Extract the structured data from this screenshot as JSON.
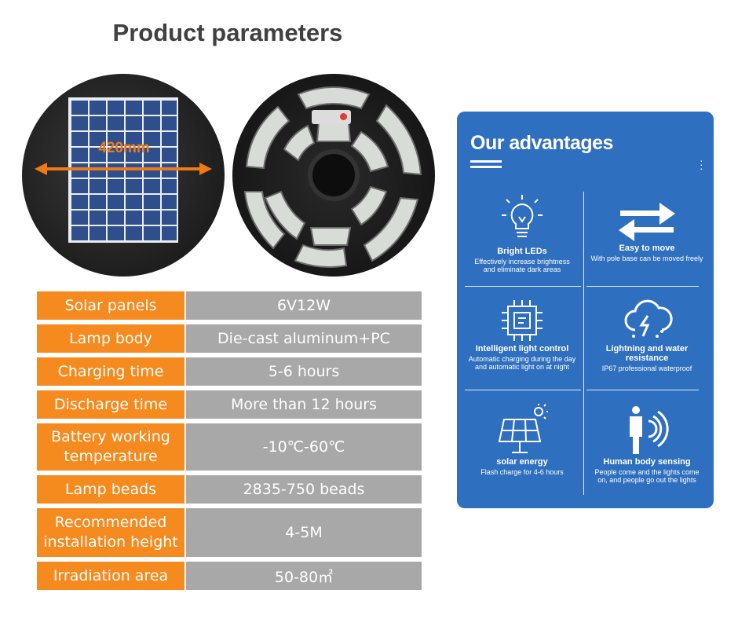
{
  "title": "Product parameters",
  "dimension_label": "420mm",
  "specs": [
    {
      "label": "Solar panels",
      "value": "6V12W"
    },
    {
      "label": "Lamp body",
      "value": "Die-cast aluminum+PC"
    },
    {
      "label": "Charging time",
      "value": "5-6 hours"
    },
    {
      "label": "Discharge time",
      "value": "More than 12 hours"
    },
    {
      "label": "Battery working temperature",
      "value": "-10℃-60℃"
    },
    {
      "label": "Lamp beads",
      "value": "2835-750 beads"
    },
    {
      "label": "Recommended installation height",
      "value": "4-5M"
    },
    {
      "label": "Irradiation area",
      "value": "50-80㎡"
    }
  ],
  "advantages": {
    "title": "Our advantages",
    "items": [
      {
        "icon": "lightbulb-icon",
        "title": "Bright LEDs",
        "desc": "Effectively increase brightness and eliminate dark areas"
      },
      {
        "icon": "swap-arrows-icon",
        "title": "Easy to move",
        "desc": "With pole base can be moved freely"
      },
      {
        "icon": "chip-icon",
        "title": "Intelligent light control",
        "desc": "Automatic charging during the day and automatic light on at night"
      },
      {
        "icon": "cloud-lightning-icon",
        "title": "Lightning and water resistance",
        "desc": "IP67 professional waterproof"
      },
      {
        "icon": "solar-panel-icon",
        "title": "solar energy",
        "desc": "Flash charge for 4-6 hours"
      },
      {
        "icon": "motion-sensor-icon",
        "title": "Human body sensing",
        "desc": "People come and the lights come on, and people go out the lights"
      }
    ]
  },
  "colors": {
    "accent_orange": "#f58a1f",
    "value_gray": "#a8a8a8",
    "card_blue": "#2f6fbf"
  }
}
